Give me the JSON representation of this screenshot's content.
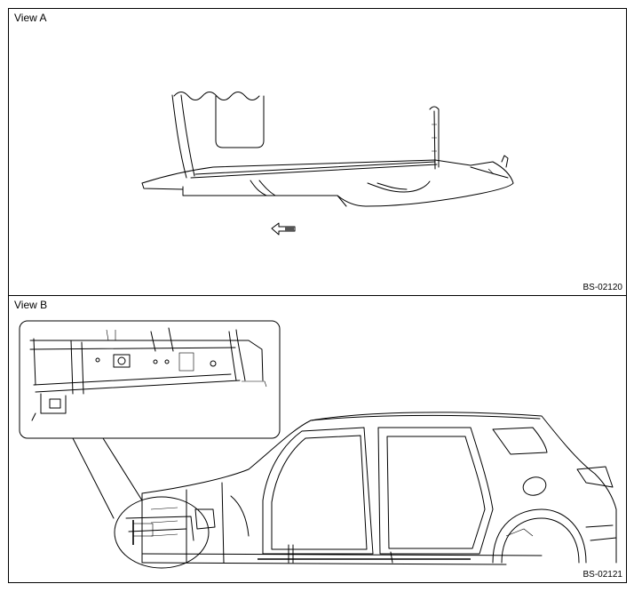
{
  "view_a": {
    "label": "View A",
    "figure_code": "BS-02120"
  },
  "view_b": {
    "label": "View B",
    "figure_code": "BS-02121"
  }
}
